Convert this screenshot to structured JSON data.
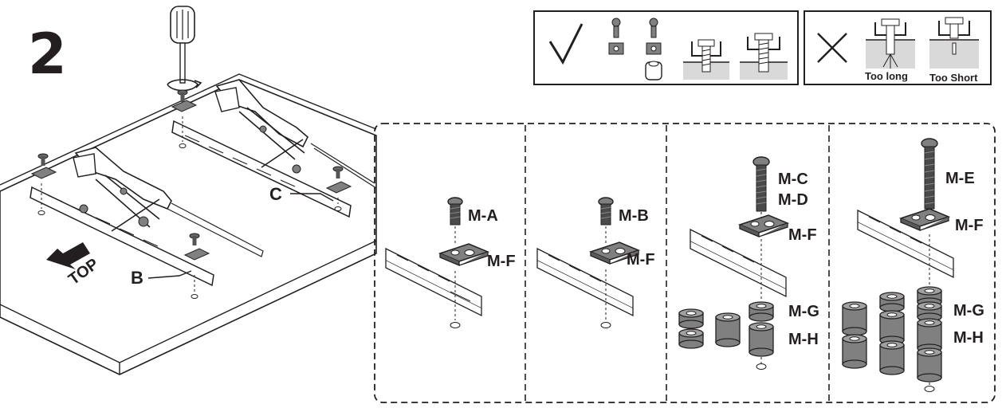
{
  "step_number": "2",
  "colors": {
    "ink": "#231f20",
    "part_fill": "#808080",
    "panel_shade": "#d9d9d9",
    "white": "#ffffff"
  },
  "orientation": {
    "arrow_label": "TOP"
  },
  "bracket_labels": {
    "left": "B",
    "right": "C"
  },
  "legend": {
    "correct": {
      "icon": "check-icon"
    },
    "incorrect": {
      "icon": "cross-icon",
      "cases": [
        "Too long",
        "Too Short"
      ]
    }
  },
  "hardware_panels": [
    {
      "screw": "M-A",
      "washer": "M-F"
    },
    {
      "screw": "M-B",
      "washer": "M-F"
    },
    {
      "screw_top": "M-C",
      "screw_bottom": "M-D",
      "washer": "M-F",
      "spacer_small": "M-G",
      "spacer_large": "M-H"
    },
    {
      "screw": "M-E",
      "washer": "M-F",
      "spacer_small": "M-G",
      "spacer_large": "M-H"
    }
  ]
}
